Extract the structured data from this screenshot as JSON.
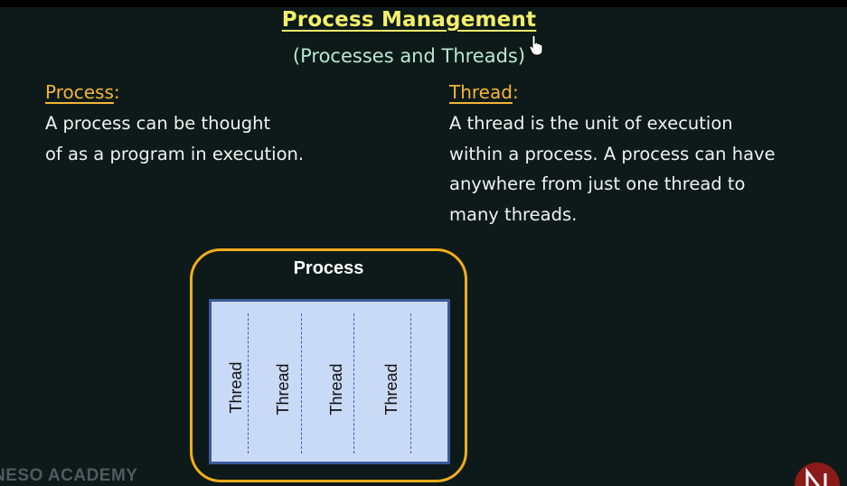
{
  "slide": {
    "title": "Process Management",
    "subtitle": "(Processes and Threads)",
    "process_section": {
      "heading": "Process",
      "heading_suffix": ":",
      "lines": [
        "A process can be thought",
        "of as a program in execution."
      ]
    },
    "thread_section": {
      "heading": "Thread",
      "heading_suffix": ":",
      "lines": [
        "A thread is the unit of execution",
        "within a process. A process can have",
        "anywhere from just one thread to",
        "many threads."
      ]
    },
    "diagram": {
      "process_label": "Process",
      "threads": [
        "Thread",
        "Thread",
        "Thread",
        "Thread"
      ]
    },
    "watermark": "NESO ACADEMY",
    "icons": {
      "cursor": "hand-pointer-icon",
      "logo": "neso-academy-logo"
    },
    "colors": {
      "background": "#0d1a19",
      "title": "#f3f06a",
      "subtitle": "#b8e9d2",
      "heading": "#f4b53a",
      "body_text": "#f1f1f1",
      "process_border": "#f2ac1c",
      "thread_panel_fill": "#c9daf6",
      "thread_panel_border": "#3a5998",
      "logo_red": "#8b1a1a"
    }
  }
}
